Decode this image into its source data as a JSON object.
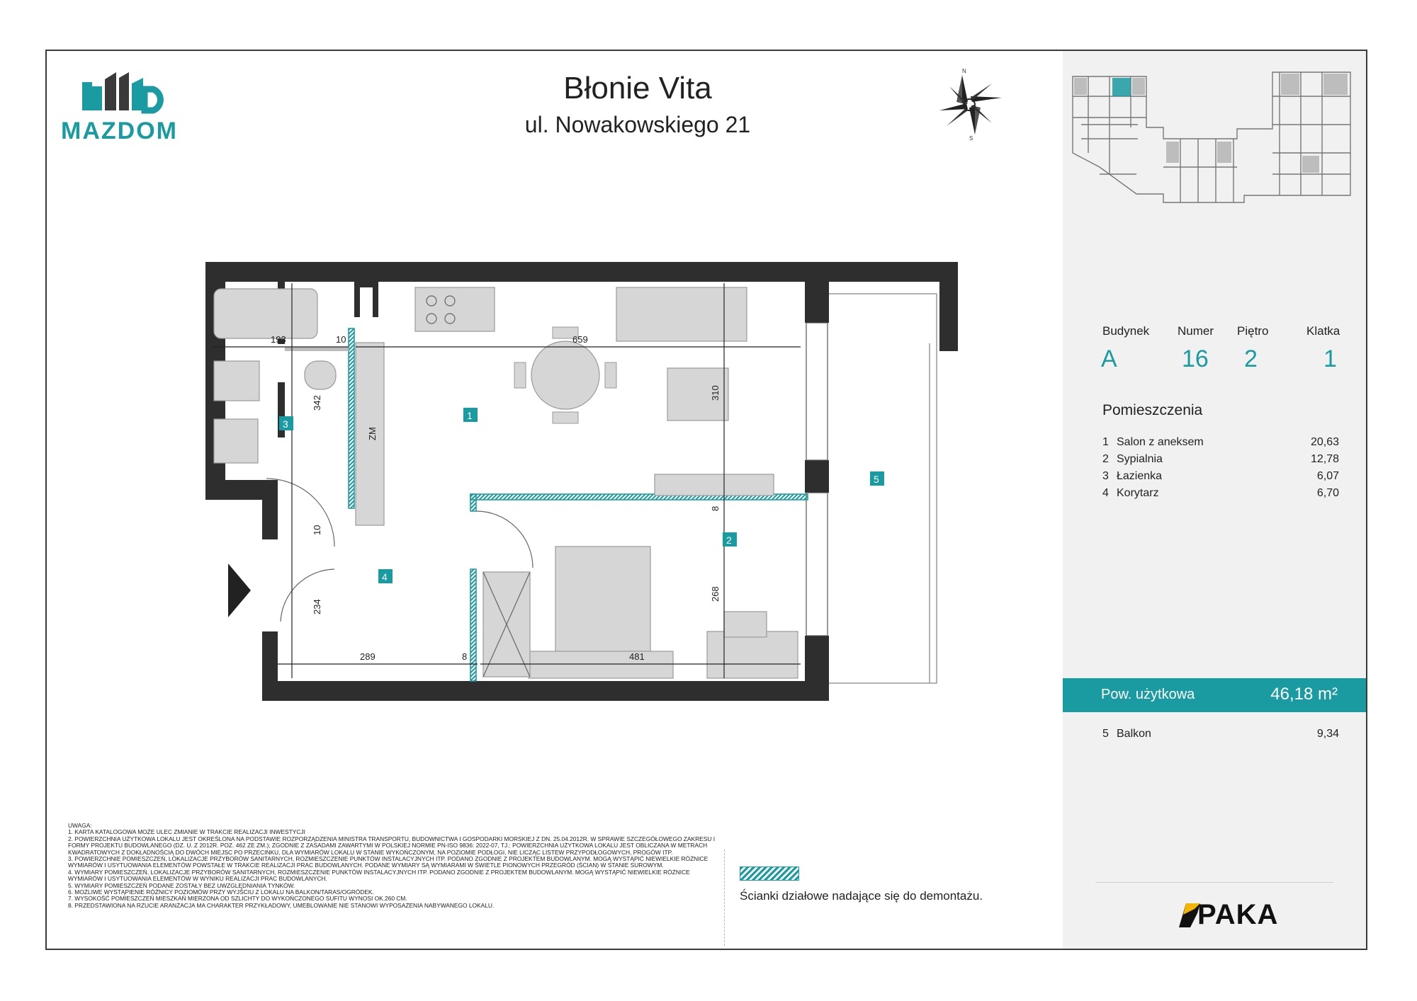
{
  "brand": {
    "name": "MAZDOM",
    "color": "#1a9aa1"
  },
  "header": {
    "title": "Błonie Vita",
    "address": "ul. Nowakowskiego 21"
  },
  "compass": {
    "north": "N",
    "south": "S"
  },
  "unit_info": {
    "labels": {
      "building": "Budynek",
      "number": "Numer",
      "floor": "Piętro",
      "staircase": "Klatka"
    },
    "values": {
      "building": "A",
      "number": "16",
      "floor": "2",
      "staircase": "1"
    }
  },
  "rooms": {
    "title": "Pomieszczenia",
    "items": [
      {
        "num": "1",
        "name": "Salon z aneksem",
        "area": "20,63"
      },
      {
        "num": "2",
        "name": "Sypialnia",
        "area": "12,78"
      },
      {
        "num": "3",
        "name": "Łazienka",
        "area": "6,07"
      },
      {
        "num": "4",
        "name": "Korytarz",
        "area": "6,70"
      }
    ],
    "balcony": {
      "num": "5",
      "name": "Balkon",
      "area": "9,34"
    }
  },
  "usable_area": {
    "label": "Pow. użytkowa",
    "value": "46,18 m²"
  },
  "plan": {
    "room_tags": [
      "1",
      "2",
      "3",
      "4",
      "5"
    ],
    "dimensions": [
      "193",
      "10",
      "659",
      "342",
      "310",
      "10",
      "8",
      "268",
      "234",
      "289",
      "8",
      "481"
    ],
    "appliance_label": "ZM"
  },
  "legend": {
    "text": "Ścianki działowe nadające się do demontażu.",
    "color": "#1a9aa1"
  },
  "notes": [
    "UWAGA:",
    "1. KARTA KATALOGOWA MOŻE ULEC ZMIANIE W TRAKCIE REALIZACJI INWESTYCJI",
    "2. POWIERZCHNIA UŻYTKOWA LOKALU JEST OKREŚLONA NA PODSTAWIE ROZPORZĄDZENIA MINISTRA TRANSPORTU, BUDOWNICTWA I GOSPODARKI MORSKIEJ Z DN. 25.04.2012R. W SPRAWIE SZCZEGÓŁOWEGO ZAKRESU I FORMY PROJEKTU BUDOWLANEGO (DZ. U. Z 2012R. POZ. 462 ZE ZM.); ZGODNIE Z ZASADAMI ZAWARTYMI W POLSKIEJ NORMIE PN-ISO 9836: 2022-07, TJ.: POWIERZCHNIA UŻYTKOWA LOKALU JEST OBLICZANA W METRACH KWADRATOWYCH Z DOKŁADNOŚCIĄ DO DWÓCH MIEJSC PO PRZECINKU, DLA WYMIARÓW LOKALU W STANIE WYKOŃCZONYM, NA POZIOMIE PODŁOGI, NIE LICZĄC LISTEW PRZYPODŁOGOWYCH, PROGÓW ITP.",
    "3. POWIERZCHNIE POMIESZCZEŃ, LOKALIZACJE PRZYBORÓW SANITARNYCH, ROZMIESZCZENIE PUNKTÓW INSTALACYJNYCH ITP. PODANO ZGODNIE Z PROJEKTEM BUDOWLANYM. MOGĄ WYSTĄPIĆ NIEWIELKIE RÓŻNICE WYMIARÓW I USYTUOWANIA ELEMENTÓW POWSTAŁE W TRAKCIE REALIZACJI PRAC BUDOWLANYCH. PODANE WYMIARY SĄ WYMIARAMI W ŚWIETLE PIONOWYCH PRZEGRÓD (ŚCIAN) W STANIE SUROWYM.",
    "4. WYMIARY POMIESZCZEŃ, LOKALIZACJE PRZYBORÓW SANITARNYCH, ROZMIESZCZENIE PUNKTÓW INSTALACYJNYCH ITP. PODANO ZGODNIE Z PROJEKTEM BUDOWLANYM. MOGĄ WYSTĄPIĆ NIEWIELKIE RÓŻNICE WYMIARÓW I USYTUOWANIA ELEMENTÓW W WYNIKU REALIZACJI PRAC BUDOWLANYCH.",
    "5. WYMIARY POMIESZCZEŃ PODANE ZOSTAŁY BEZ UWZGLĘDNIANIA TYNKÓW.",
    "6. MOŻLIWE WYSTĄPIENIE RÓŻNICY POZIOMÓW PRZY WYJŚCIU Z LOKALU NA BALKON/TARAS/OGRÓDEK.",
    "7. WYSOKOŚĆ POMIESZCZEŃ MIESZKAŃ MIERZONA OD SZLICHTY DO WYKOŃCZONEGO SUFITU WYNOSI OK.260 CM.",
    "8. PRZEDSTAWIONA NA RZUCIE ARANŻACJA MA CHARAKTER PRZYKŁADOWY, UMEBLOWANIE NIE STANOWI WYPOSAŻENIA NABYWANEGO LOKALU."
  ],
  "footer_brand": {
    "name": "PAKA"
  }
}
